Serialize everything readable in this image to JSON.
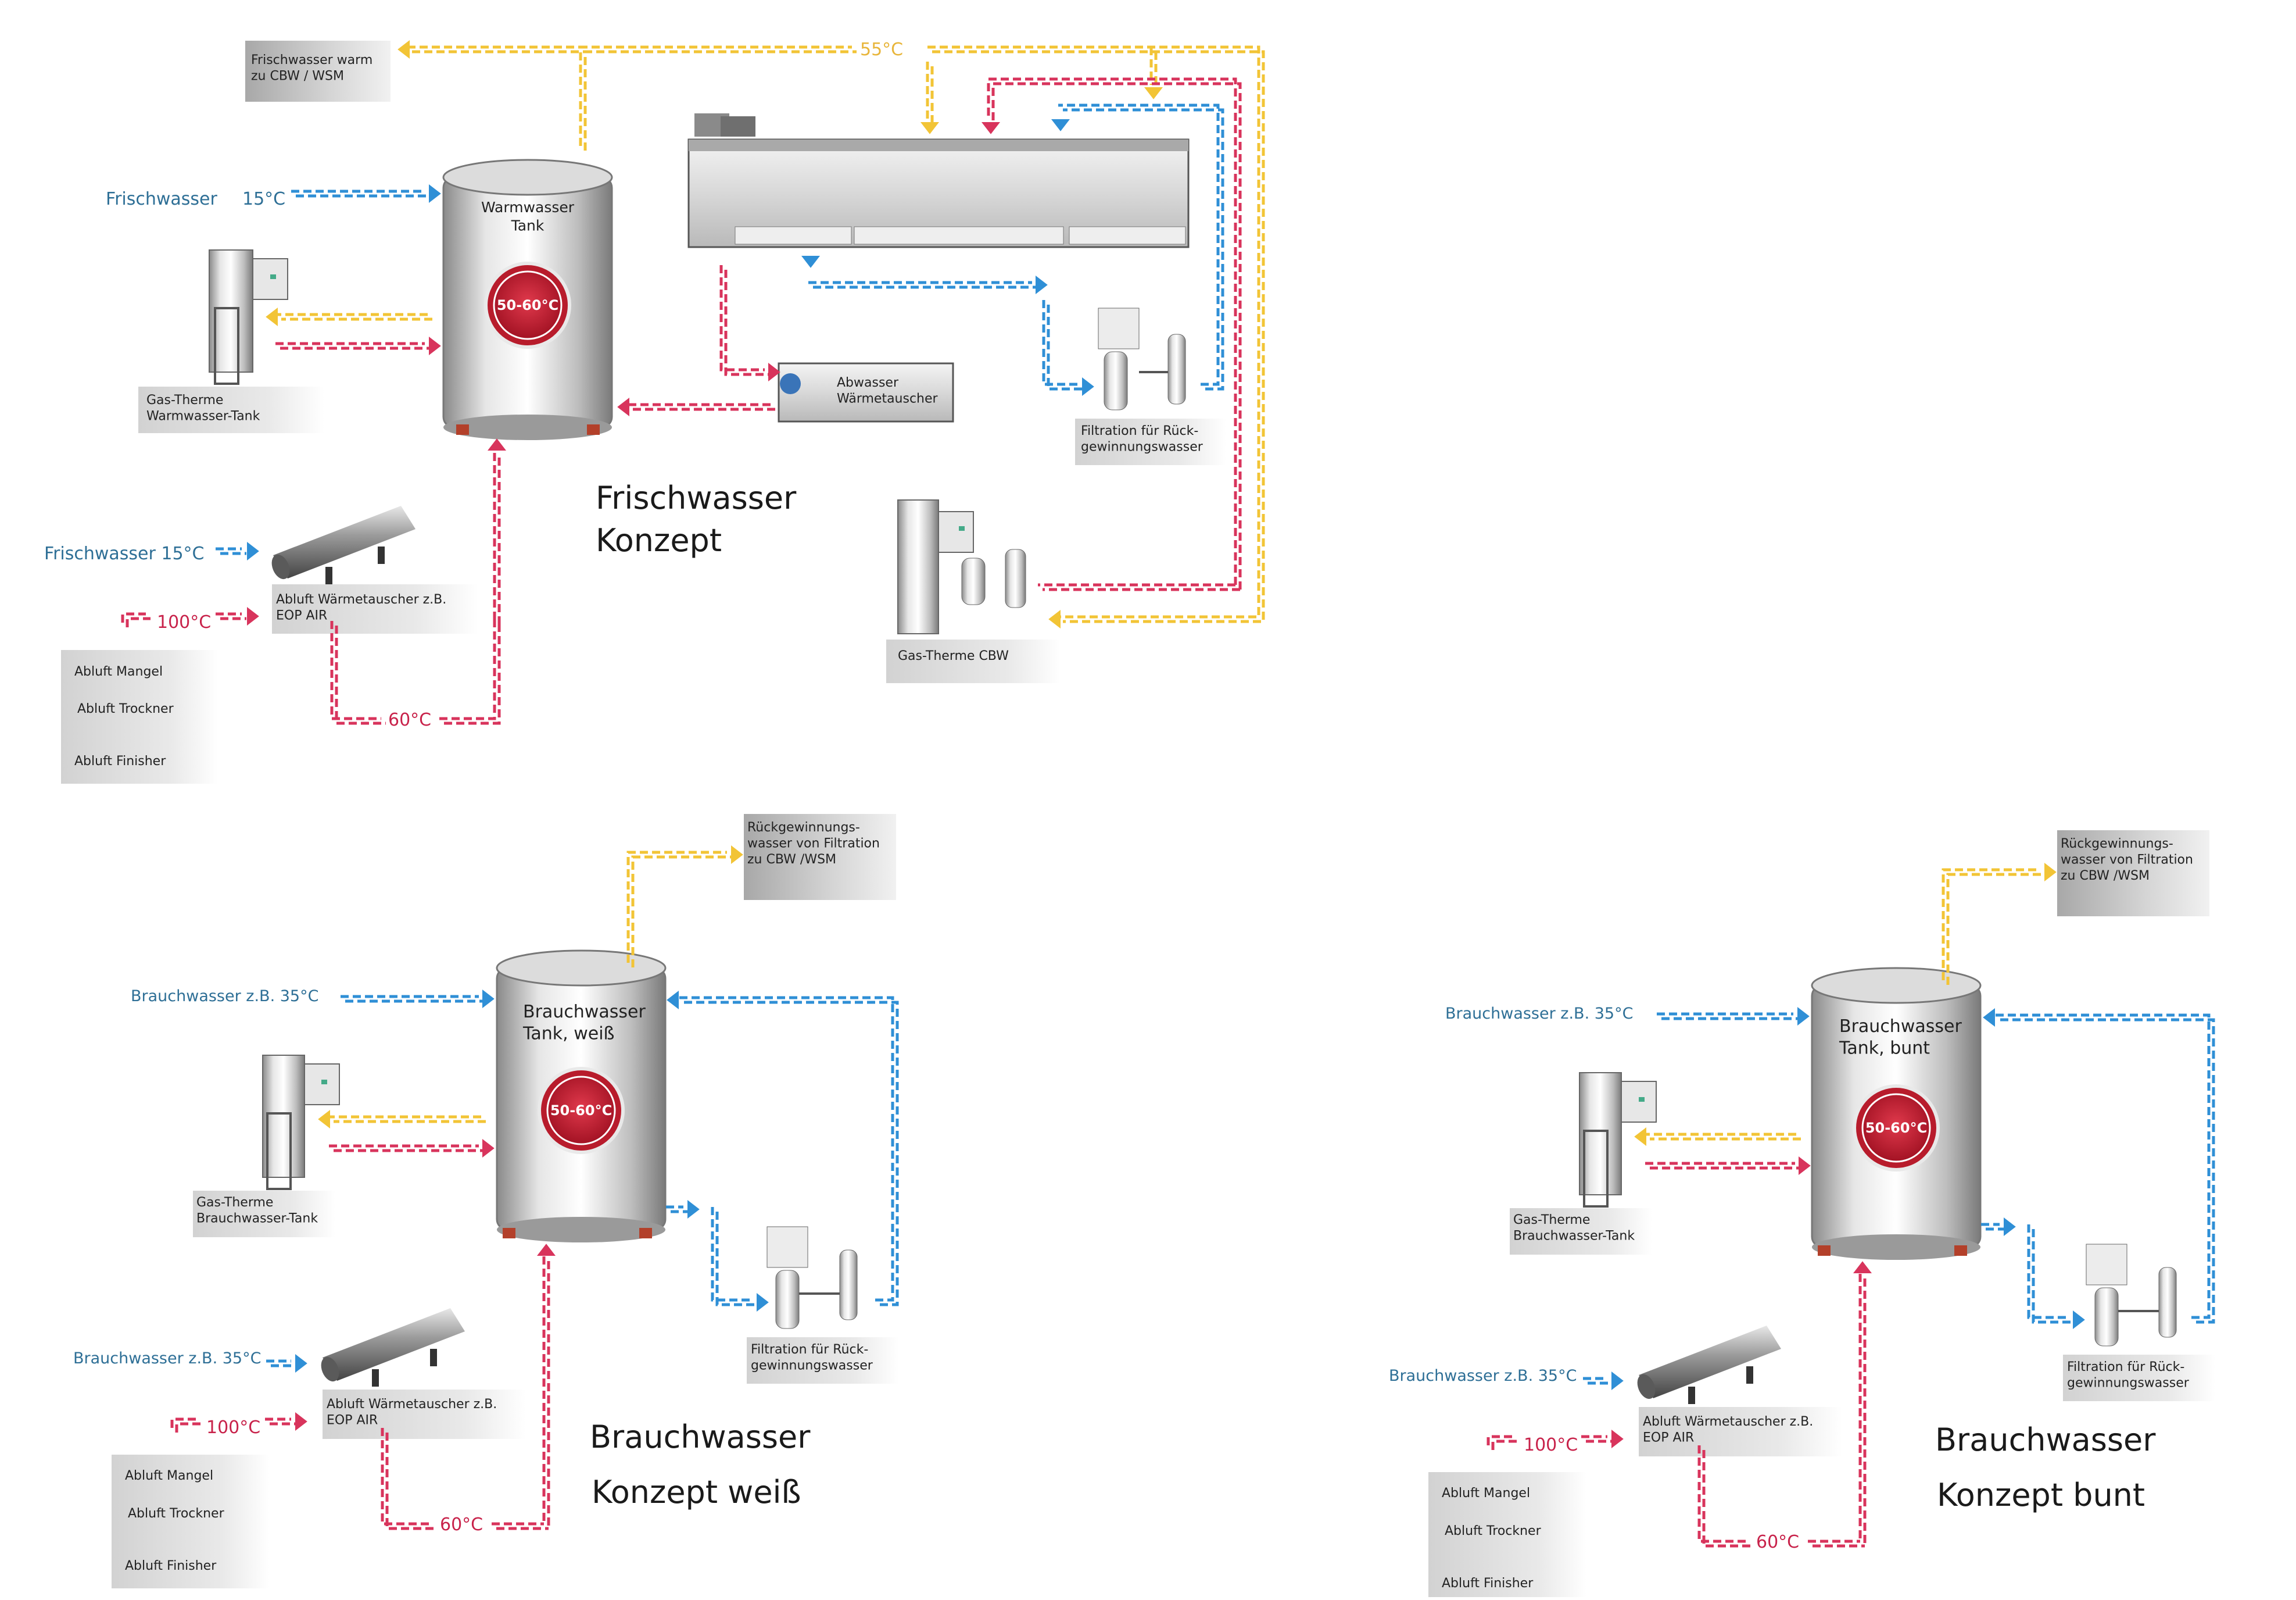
{
  "colors": {
    "blue": "#2f8fd6",
    "red": "#d8345c",
    "yellow": "#f2c436",
    "label_gray": "#cfcfcf",
    "tank_red": "#c41a2e",
    "text_blue": "#2e6f96"
  },
  "top": {
    "title_line1": "Frischwasser",
    "title_line2": "Konzept",
    "out_box": "Frischwasser warm\nzu CBW / WSM",
    "temp_55": "55°C",
    "fresh_label": "Frischwasser",
    "fresh_temp": "15°C",
    "fresh_label2": "Frischwasser 15°C",
    "tank_label": "Warmwasser\nTank",
    "tank_temp": "50-60°C",
    "gas_label": "Gas-Therme\nWarmwasser-Tank",
    "abwasser_label": "Abwasser\nWärmetauscher",
    "filtration_label": "Filtration für Rück-\ngewinnungswasser",
    "gas_cbw_label": "Gas-Therme CBW",
    "eop_label": "Abluft Wärmetauscher z.B.\nEOP AIR",
    "temp_100": "100°C",
    "temp_60": "60°C",
    "abluft": [
      "Abluft Mangel",
      "Abluft Trockner",
      "Abluft Finisher"
    ]
  },
  "bottom_left": {
    "title_line1": "Brauchwasser",
    "title_line2": "Konzept  weiß",
    "out_box": "Rückgewinnungs-\nwasser von Filtration\nzu CBW /WSM",
    "in_label": "Brauchwasser z.B. 35°C",
    "in_label2": "Brauchwasser z.B. 35°C",
    "tank_label": "Brauchwasser\nTank, weiß",
    "tank_temp": "50-60°C",
    "gas_label": "Gas-Therme\nBrauchwasser-Tank",
    "filtration_label": "Filtration für Rück-\ngewinnungswasser",
    "eop_label": "Abluft Wärmetauscher z.B.\nEOP AIR",
    "temp_100": "100°C",
    "temp_60": "60°C",
    "abluft": [
      "Abluft Mangel",
      "Abluft Trockner",
      "Abluft Finisher"
    ]
  },
  "bottom_right": {
    "title_line1": "Brauchwasser",
    "title_line2": "Konzept  bunt",
    "out_box": "Rückgewinnungs-\nwasser von Filtration\nzu CBW /WSM",
    "in_label": "Brauchwasser z.B. 35°C",
    "in_label2": "Brauchwasser z.B. 35°C",
    "tank_label": "Brauchwasser\nTank, bunt",
    "tank_temp": "50-60°C",
    "gas_label": "Gas-Therme\nBrauchwasser-Tank",
    "filtration_label": "Filtration für Rück-\ngewinnungswasser",
    "eop_label": "Abluft Wärmetauscher z.B.\nEOP AIR",
    "temp_100": "100°C",
    "temp_60": "60°C",
    "abluft": [
      "Abluft Mangel",
      "Abluft Trockner",
      "Abluft Finisher"
    ]
  }
}
